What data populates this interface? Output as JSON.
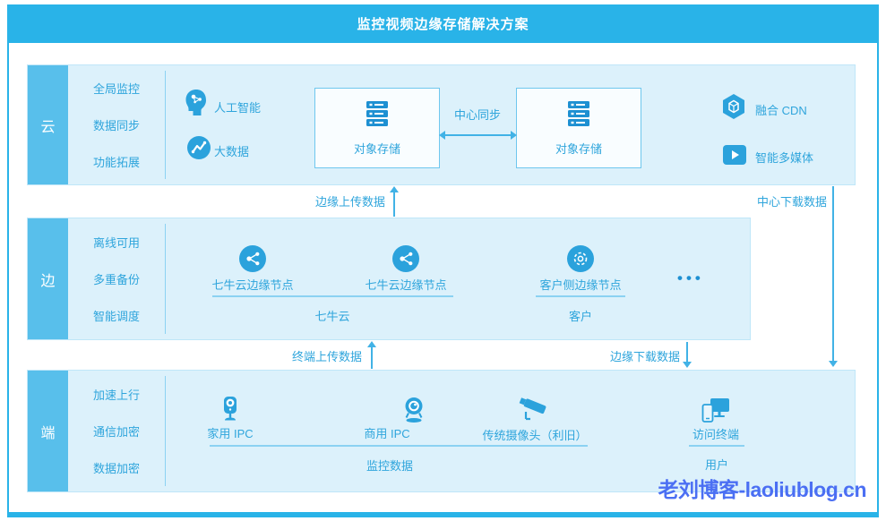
{
  "header": {
    "title": "监控视频边缘存储解决方案"
  },
  "layers": {
    "cloud": {
      "label": "云",
      "features": [
        "全局监控",
        "数据同步",
        "功能拓展"
      ],
      "services": {
        "ai": "人工智能",
        "bigdata": "大数据"
      },
      "storage_boxes": [
        "对象存储",
        "对象存储"
      ],
      "sync_label": "中心同步",
      "right_services": {
        "cdn": "融合 CDN",
        "media": "智能多媒体"
      }
    },
    "edge": {
      "label": "边",
      "features": [
        "离线可用",
        "多重备份",
        "智能调度"
      ],
      "nodes": [
        "七牛云边缘节点",
        "七牛云边缘节点",
        "客户侧边缘节点"
      ],
      "more_dots": "•••",
      "groups": [
        "七牛云",
        "客户"
      ]
    },
    "terminal": {
      "label": "端",
      "features": [
        "加速上行",
        "通信加密",
        "数据加密"
      ],
      "devices": [
        "家用 IPC",
        "商用 IPC",
        "传统摄像头（利旧）",
        "访问终端"
      ],
      "groups": [
        "监控数据",
        "用户"
      ]
    }
  },
  "flows": {
    "edge_upload": "边缘上传数据",
    "center_download": "中心下载数据",
    "terminal_upload": "终端上传数据",
    "edge_download": "边缘下载数据"
  },
  "watermark": {
    "text": "老刘博客-laoliublog.cn"
  },
  "colors": {
    "primary": "#29B3E8",
    "layer_label_bg": "#58BFEB",
    "band_bg": "#DCF1FB",
    "text_blue": "#2FA5DC",
    "icon_blue": "#2BA2DC",
    "icon_dark": "#1E90D2",
    "arrow": "#41B2E6",
    "underline": "#8BD2F2",
    "box_border": "#6FC7EE",
    "watermark": "#4B6FF3"
  }
}
